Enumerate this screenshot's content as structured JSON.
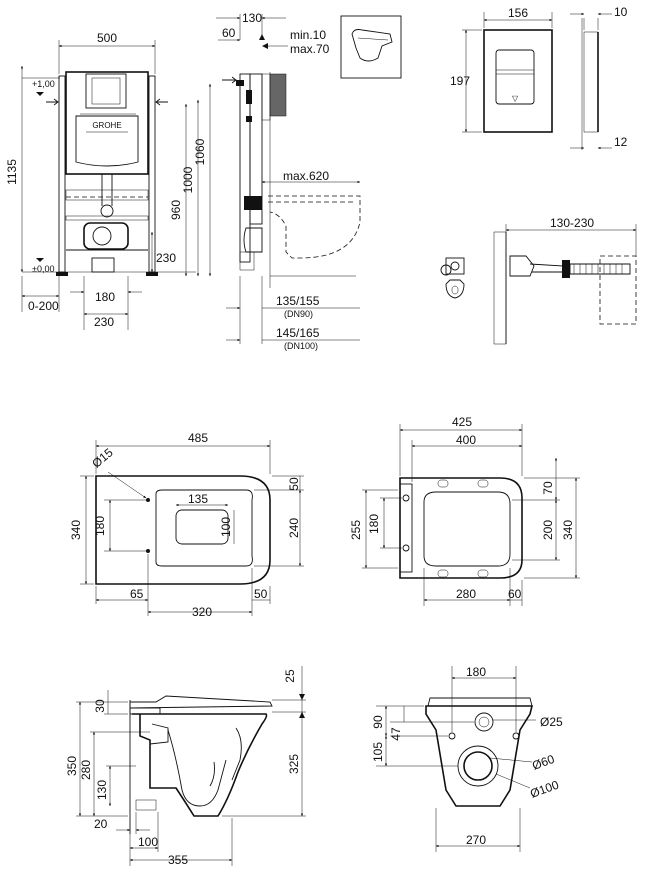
{
  "install_frame": {
    "width_dim": "500",
    "height_total": "1135",
    "height_1060": "1060",
    "height_1000": "1000",
    "height_960": "960",
    "dim_230_vertical": "230",
    "plus_one": "+1,00",
    "zero": "±0,00",
    "adjust_range": "0-200",
    "dim_180": "180",
    "dim_230": "230",
    "brand": "GROHE"
  },
  "side_profile": {
    "dim_130": "130",
    "dim_60": "60",
    "min_label": "min.10",
    "max_label": "max.70",
    "max_620": "max.620",
    "pipe_dn90": "135/155",
    "pipe_dn90_sub": "(DN90)",
    "pipe_dn100": "145/165",
    "pipe_dn100_sub": "(DN100)"
  },
  "flush_plate": {
    "width": "156",
    "height": "197",
    "thickness_top": "10",
    "thickness_bottom": "12"
  },
  "wall_anchor": {
    "range": "130-230"
  },
  "bowl_top": {
    "length": "485",
    "hole_diameter": "Ø15",
    "width": "340",
    "hole_spacing": "180",
    "inner_width": "135",
    "inner_height": "100",
    "offset_top": "50",
    "inner_depth": "240",
    "offset_side": "65",
    "hole_depth": "320",
    "offset_end": "50"
  },
  "seat_top": {
    "outer_length": "425",
    "inner_length": "400",
    "width_255": "255",
    "width_180": "180",
    "offset_70": "70",
    "width_200": "200",
    "width_340": "340",
    "length_280": "280",
    "offset_60": "60"
  },
  "bowl_side": {
    "height_25": "25",
    "height_30": "30",
    "height_350": "350",
    "height_280": "280",
    "height_325": "325",
    "height_130": "130",
    "dim_20": "20",
    "dim_100": "100",
    "length_355": "355"
  },
  "bowl_rear": {
    "width_180": "180",
    "dim_90": "90",
    "dim_47": "47",
    "diam_25": "Ø25",
    "dim_105": "105",
    "diam_60": "Ø60",
    "diam_100": "Ø100",
    "width_270": "270"
  }
}
